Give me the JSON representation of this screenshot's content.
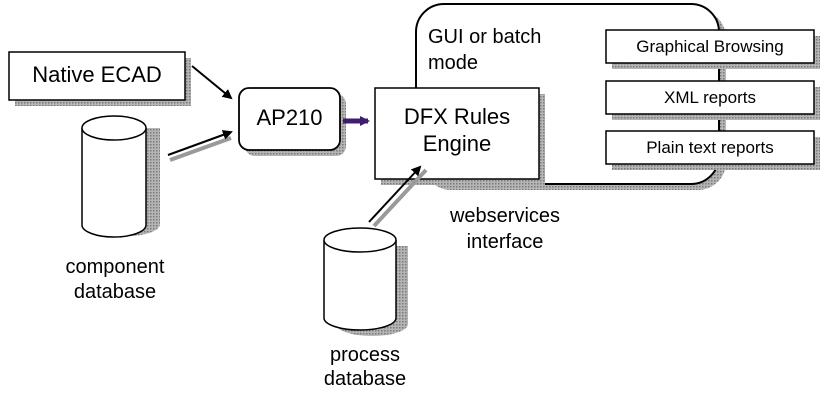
{
  "diagram": {
    "native_ecad": "Native ECAD",
    "ap210": "AP210",
    "dfx_engine_line1": "DFX Rules",
    "dfx_engine_line2": "Engine",
    "gui_mode_line1": "GUI or batch",
    "gui_mode_line2": "mode",
    "outputs": [
      "Graphical Browsing",
      "XML reports",
      "Plain text reports"
    ],
    "component_db_line1": "component",
    "component_db_line2": "database",
    "webservices_line1": "webservices",
    "webservices_line2": "interface",
    "process_db_line1": "process",
    "process_db_line2": "database"
  },
  "colors": {
    "line": "#000000",
    "shadow": "#9a9a9a",
    "engine_arrow": "#3f1c6e",
    "fill": "#ffffff"
  }
}
